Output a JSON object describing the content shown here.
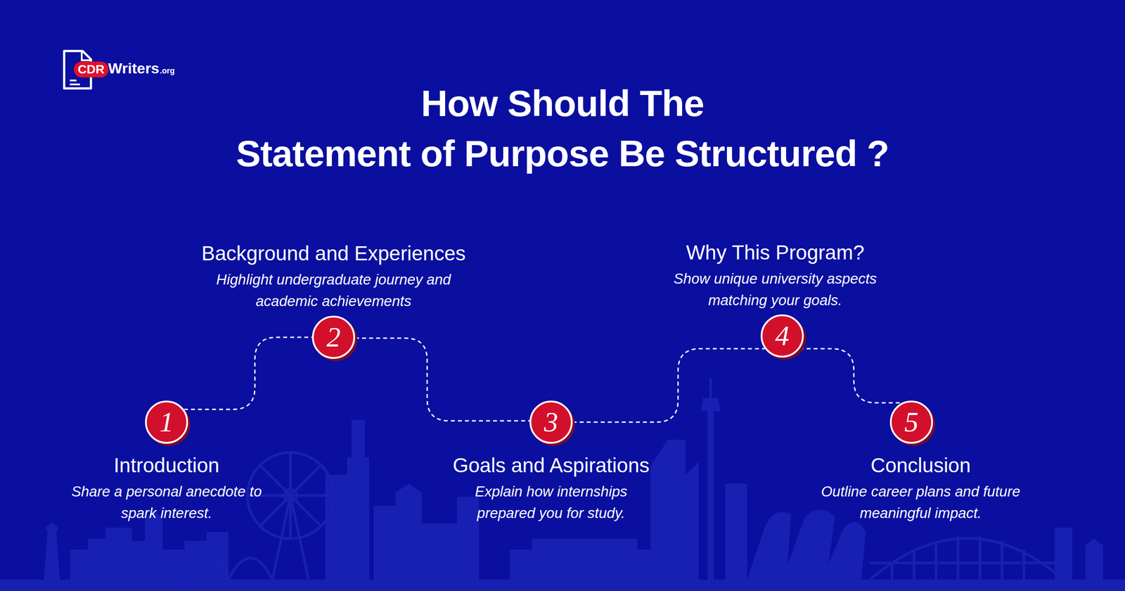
{
  "diagram": {
    "title": "How Should The Statement of Purpose Be Structured ?",
    "nodes": [
      {
        "text": [
          "CDR"
        ]
      },
      {
        "text": [
          "1",
          "Introduction",
          "Share a personal anecdote to spark interest."
        ]
      },
      {
        "text": [
          "2",
          "Background and Experiences",
          "Highlight undergraduate journey and academic achievements"
        ]
      },
      {
        "text": [
          "3",
          "Goals and Aspirations",
          "Explain how internships prepared you for study."
        ]
      },
      {
        "text": [
          "4",
          "Why This Program?",
          "Show unique university aspects matching your goals."
        ]
      },
      {
        "text": [
          "5",
          "Conclusion",
          "Outline career plans and future meaningful impact."
        ]
      }
    ],
    "edges": [
      {
        "from": 1,
        "to": 2,
        "arrow": "none"
      },
      {
        "from": 2,
        "to": 3,
        "arrow": "none"
      },
      {
        "from": 3,
        "to": 4,
        "arrow": "none"
      },
      {
        "from": 4,
        "to": 5,
        "arrow": "none"
      }
    ],
    "labels": [
      "Writers",
      ".org"
    ]
  }
}
